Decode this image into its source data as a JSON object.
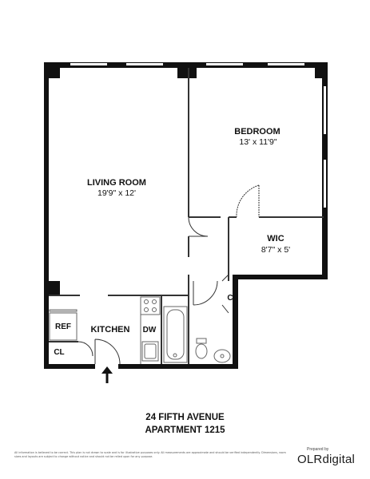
{
  "rooms": {
    "living": {
      "name": "LIVING ROOM",
      "dims": "19'9\" x 12'"
    },
    "bedroom": {
      "name": "BEDROOM",
      "dims": "13' x 11'9\""
    },
    "wic": {
      "name": "WIC",
      "dims": "8'7\" x 5'"
    },
    "kitchen": {
      "name": "KITCHEN"
    }
  },
  "fixtures": {
    "ref": "REF",
    "dw": "DW",
    "cl_kitchen": "CL",
    "cl_bath": "CL"
  },
  "address": {
    "line1": "24 FIFTH AVENUE",
    "line2": "APARTMENT 1215"
  },
  "disclaimer": "All information is believed to be correct. This plan is not drawn to scale and is for illustrative purposes only. All measurements are approximate and should be verified independently. Dimensions, room sizes and layouts are subject to change without notice and should not be relied upon for any purpose.",
  "brand": {
    "tagline": "Prepared by",
    "name": "OLRdigital",
    "accent": "#2a74b8"
  },
  "colors": {
    "wall": "#111111",
    "line": "#333333",
    "fixture": "#666666"
  }
}
